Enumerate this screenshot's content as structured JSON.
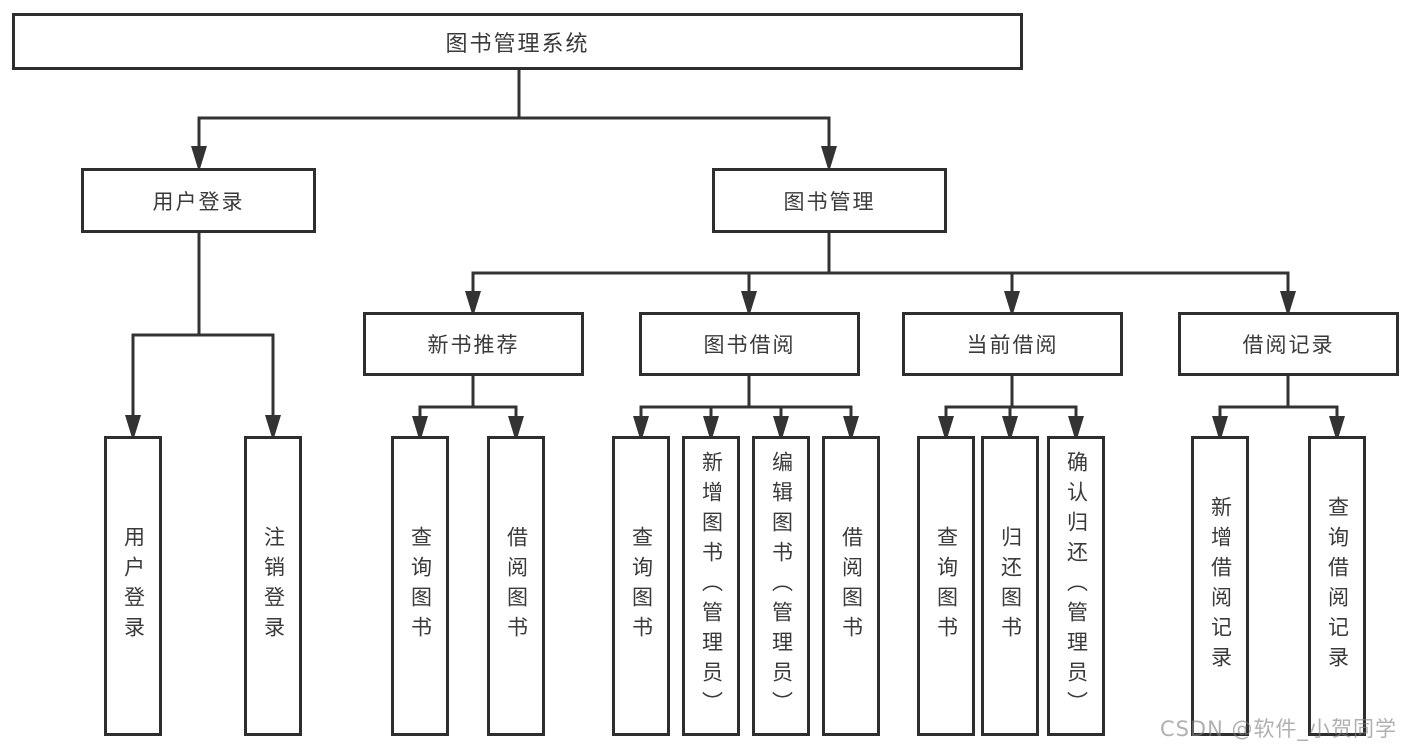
{
  "diagram": {
    "title": "图书管理系统",
    "watermark": "CSDN @软件_小贺同学",
    "colors": {
      "line": "#333333",
      "box_border": "#2e2e2e",
      "text": "#3a3a3a",
      "background": "#ffffff",
      "watermark": "#808080"
    },
    "nodes": {
      "root": "图书管理系统",
      "l2": [
        "用户登录",
        "图书管理"
      ],
      "l3": [
        "新书推荐",
        "图书借阅",
        "当前借阅",
        "借阅记录"
      ],
      "leaves_user": [
        "用户登录",
        "注销登录"
      ],
      "leaves_recommend": [
        "查询图书",
        "借阅图书"
      ],
      "leaves_borrow": [
        "查询图书",
        "新增图书（管理员）",
        "编辑图书（管理员）",
        "借阅图书"
      ],
      "leaves_current": [
        "查询图书",
        "归还图书",
        "确认归还（管理员）"
      ],
      "leaves_record": [
        "新增借阅记录",
        "查询借阅记录"
      ]
    }
  }
}
